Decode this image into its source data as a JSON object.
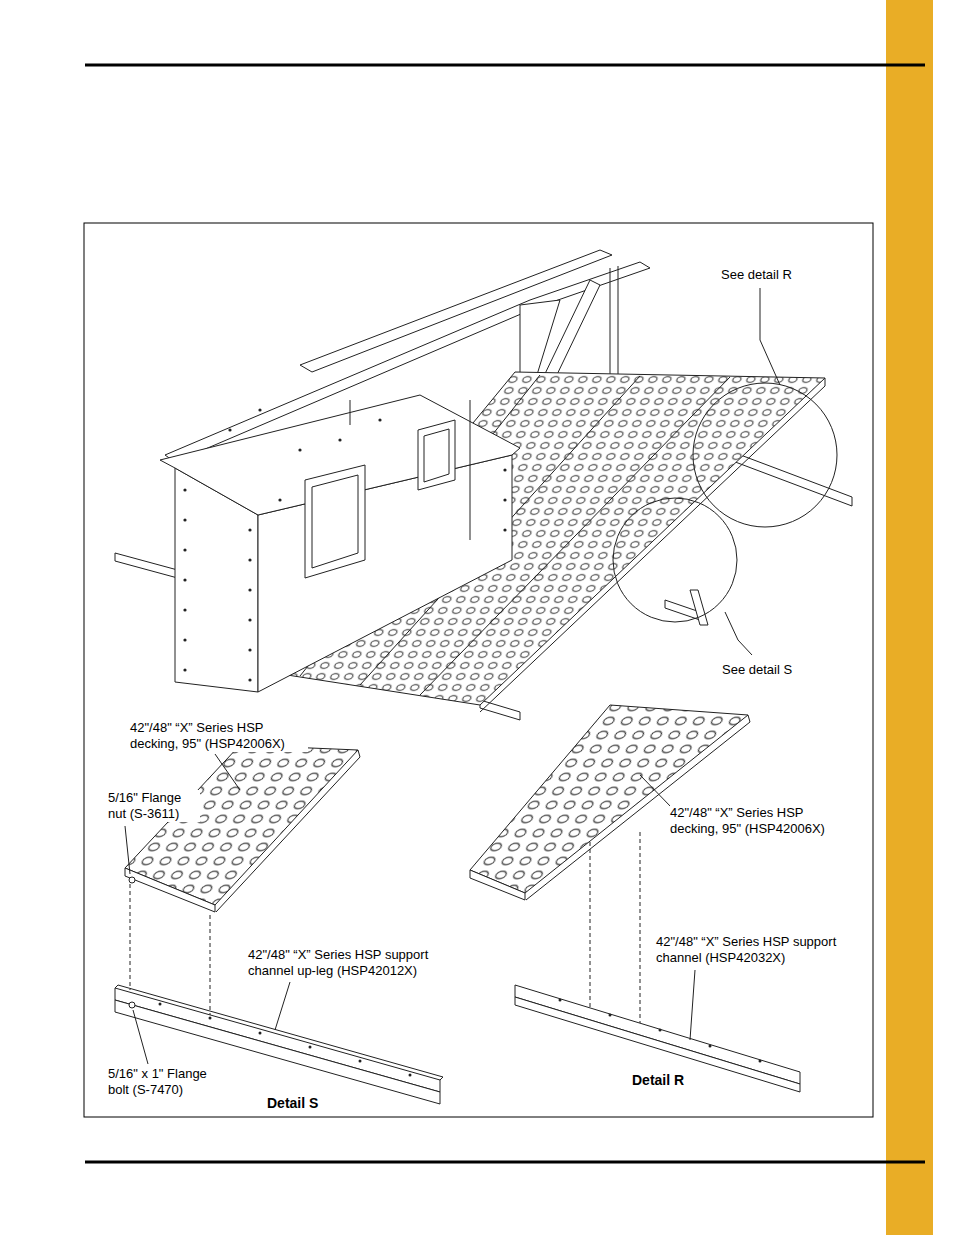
{
  "diagram": {
    "labels": [
      "See detail R",
      "See detail S",
      "42\"/48\" “X” Series HSP decking, 95\" (HSP42006X)",
      "5/16\" Flange nut (S-3611)",
      "42\"/48\" “X” Series HSP support channel up-leg (HSP42012X)",
      "5/16\" x 1\" Flange bolt (S-7470)",
      "Detail S",
      "42\"/48\" “X” Series HSP decking, 95\" (HSP42006X)",
      "42\"/48\" “X” Series HSP support channel (HSP42032X)",
      "Detail R"
    ]
  }
}
